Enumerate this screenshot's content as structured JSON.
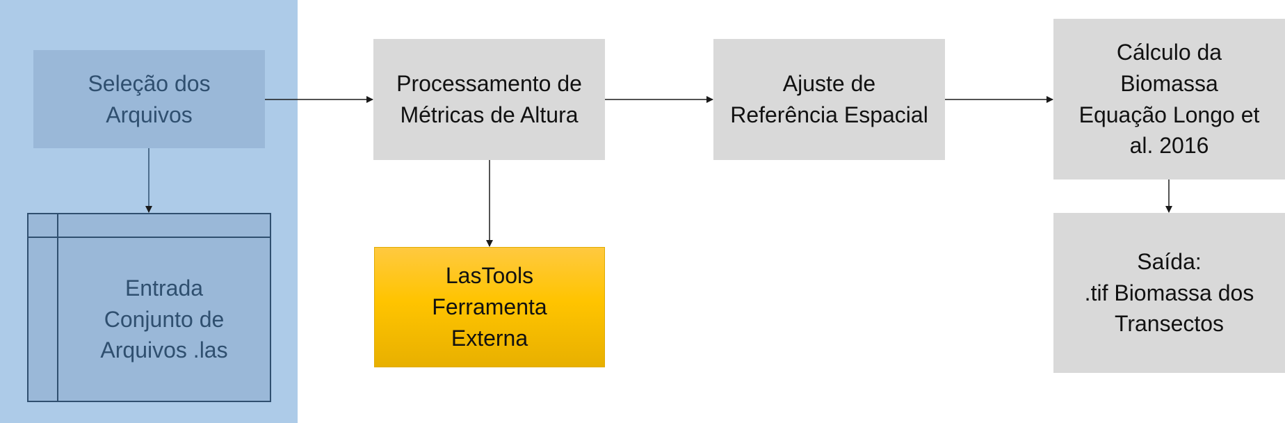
{
  "boxes": {
    "selection": "Seleção dos\nArquivos",
    "input": "Entrada\nConjunto de\nArquivos .las",
    "processing": "Processamento de\nMétricas de Altura",
    "lastools": "LasTools\nFerramenta\nExterna",
    "spatial": "Ajuste de\nReferência Espacial",
    "biomass": "Cálculo da\nBiomassa\nEquação Longo et\nal. 2016",
    "output": "Saída:\n.tif Biomassa dos\nTransectos"
  },
  "colors": {
    "panel": "#adcbe8",
    "blue_box": "#9ab8d8",
    "gray_box": "#d9d9d9",
    "gold_box": "#ffc400",
    "arrow": "#1a1a1a"
  }
}
